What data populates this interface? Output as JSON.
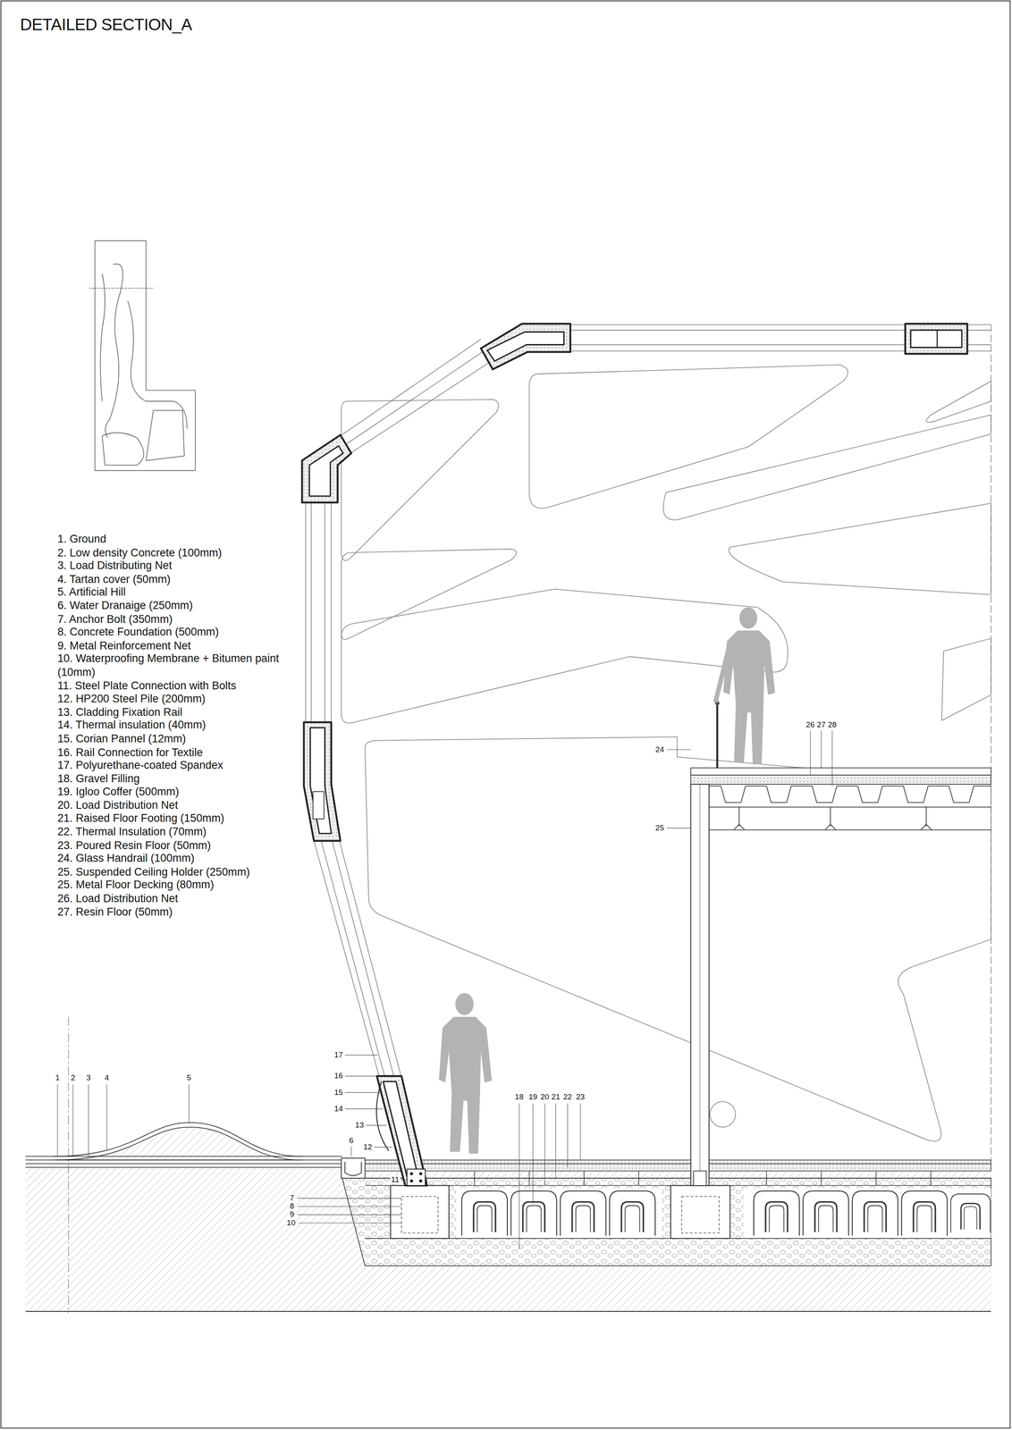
{
  "diagram": {
    "title": "DETAILED SECTION_A",
    "labels": [
      "1. Ground",
      "2. Low density Concrete (100mm)",
      "3. Load Distributing Net",
      "4. Tartan cover (50mm)",
      "5. Artificial Hill",
      "6. Water Dranaige (250mm)",
      "7. Anchor Bolt (350mm)",
      "8. Concrete Foundation (500mm)",
      "9. Metal Reinforcement Net",
      "10. Waterproofing Membrane + Bitumen paint (10mm)",
      "11. Steel Plate Connection with Bolts",
      "12. HP200 Steel Pile (200mm)",
      "13. Cladding Fixation Rail",
      "14. Thermal insulation (40mm)",
      "15. Corian Pannel (12mm)",
      "16. Rail Connection for Textile",
      "17. Polyurethane-coated Spandex",
      "18. Gravel Filling",
      "19. Igloo Coffer (500mm)",
      "20. Load Distribution Net",
      "21. Raised Floor Footing (150mm)",
      "22. Thermal Insulation (70mm)",
      "23. Poured Resin Floor (50mm)",
      "24. Glass Handrail (100mm)",
      "25. Suspended Ceiling Holder (250mm)",
      "25. Metal Floor Decking (80mm)",
      "26. Load Distribution Net",
      "27. Resin Floor (50mm)",
      "1",
      "2",
      "3",
      "4",
      "5",
      "17",
      "16",
      "15",
      "14",
      "13",
      "6",
      "12",
      "11",
      "7",
      "8",
      "9",
      "10",
      "18",
      "19",
      "20",
      "21",
      "22",
      "23",
      "24",
      "25",
      "26",
      "27",
      "28"
    ]
  }
}
